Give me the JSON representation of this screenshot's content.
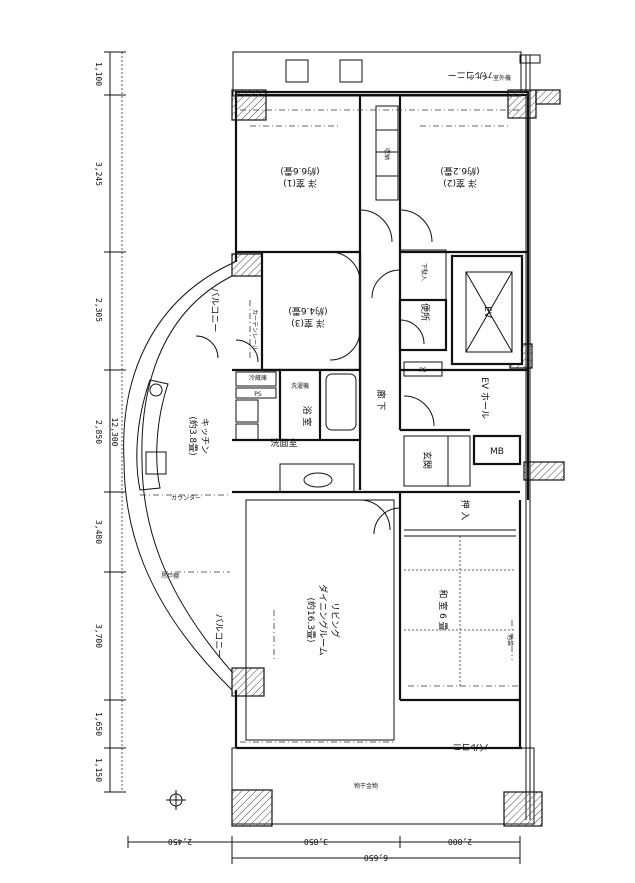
{
  "rooms": {
    "western1": {
      "name": "洋 室(1)",
      "size": "(約6.6畳)"
    },
    "western2": {
      "name": "洋 室(2)",
      "size": "(約6.2畳)"
    },
    "western3": {
      "name": "洋 室(3)",
      "size": "(約4.6畳)"
    },
    "kitchen": {
      "name": "キッチン",
      "size": "(約3.8畳)"
    },
    "living": {
      "name": "リビング",
      "name2": "ダイニングルーム",
      "size": "(約16.3畳)"
    },
    "japanese": {
      "name": "和 室 6 畳"
    },
    "bath": "浴 室",
    "washroom": "洗面室",
    "toilet": "便所",
    "hallway": "廊 下",
    "entrance": "玄関",
    "ev_hall": "EV ホール",
    "ev": "EV",
    "mb": "MB",
    "ps1": "PS",
    "ps2": "PS",
    "closet": "押 入",
    "storage": "収納",
    "shoe": "下駄入",
    "balcony_top": "バルコニー",
    "balcony_left": "バルコニー",
    "balcony_lower_left": "バルコニー",
    "balcony_bottom": "バルコニー"
  },
  "small_labels": {
    "outdoor_unit": "クーラー室外機",
    "curtain_rail": "カーテンレール",
    "dryer": "物干金物",
    "sideboard": "カウンター",
    "fridge": "冷蔵庫",
    "upper_cabinet": "吊戸棚",
    "tokonoma": "地袋",
    "washer": "洗濯機"
  },
  "dimensions": {
    "left": [
      "1,100",
      "3,245",
      "2,305",
      "2,850",
      "3,480",
      "3,700",
      "1,650",
      "1,150"
    ],
    "left_total": "12,300",
    "bottom": [
      "2,450",
      "3,850",
      "2,800"
    ],
    "bottom_total": "6,650"
  }
}
